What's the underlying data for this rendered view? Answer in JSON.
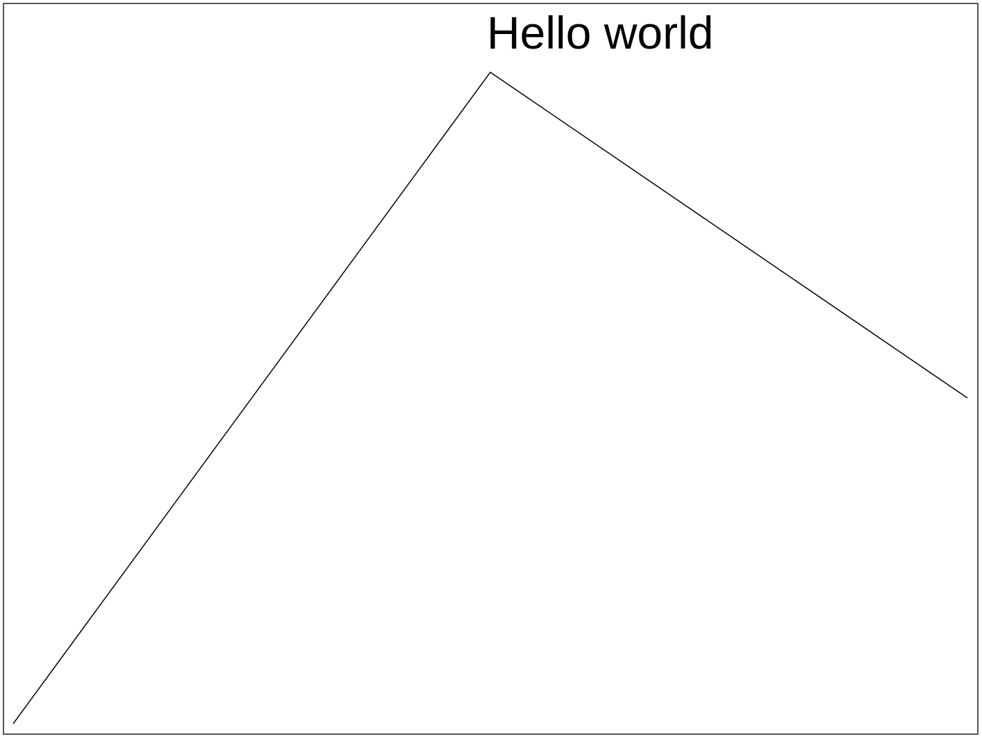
{
  "chart_data": {
    "type": "line",
    "title": "",
    "xlabel": "",
    "ylabel": "",
    "xlim": [
      0,
      2
    ],
    "ylim": [
      0,
      2
    ],
    "grid": false,
    "axes_visible": false,
    "frame": true,
    "series": [
      {
        "x": [
          0,
          1,
          2
        ],
        "y": [
          0,
          2,
          1
        ],
        "color": "#000000"
      }
    ],
    "annotations": [
      {
        "text": "Hello world",
        "x": 1,
        "y": 2
      }
    ]
  }
}
